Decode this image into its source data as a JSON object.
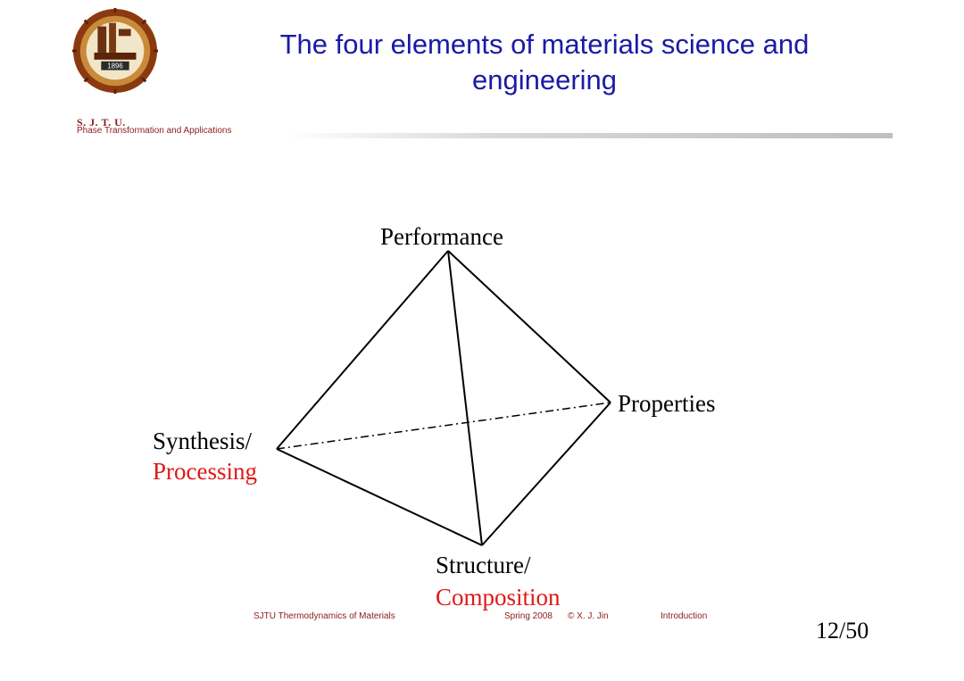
{
  "header": {
    "logo_icon": "sjtu-seal-icon",
    "logo_text": "1896",
    "institution": "S. J. T. U.",
    "course_subtitle": "Phase Transformation and Applications",
    "title_line1": "The four elements of materials science and",
    "title_line2": "engineering"
  },
  "diagram": {
    "nodes": {
      "performance": "Performance",
      "properties": "Properties",
      "synthesis": "Synthesis/",
      "processing": "Processing",
      "structure": "Structure/",
      "composition": "Composition"
    },
    "colors": {
      "line": "#000000",
      "highlight": "#e01818",
      "title": "#1a1aa6"
    }
  },
  "footer": {
    "course": "SJTU Thermodynamics of Materials",
    "term": "Spring 2008",
    "author": "© X. J. Jin",
    "section": "Introduction",
    "page": "12/50"
  }
}
